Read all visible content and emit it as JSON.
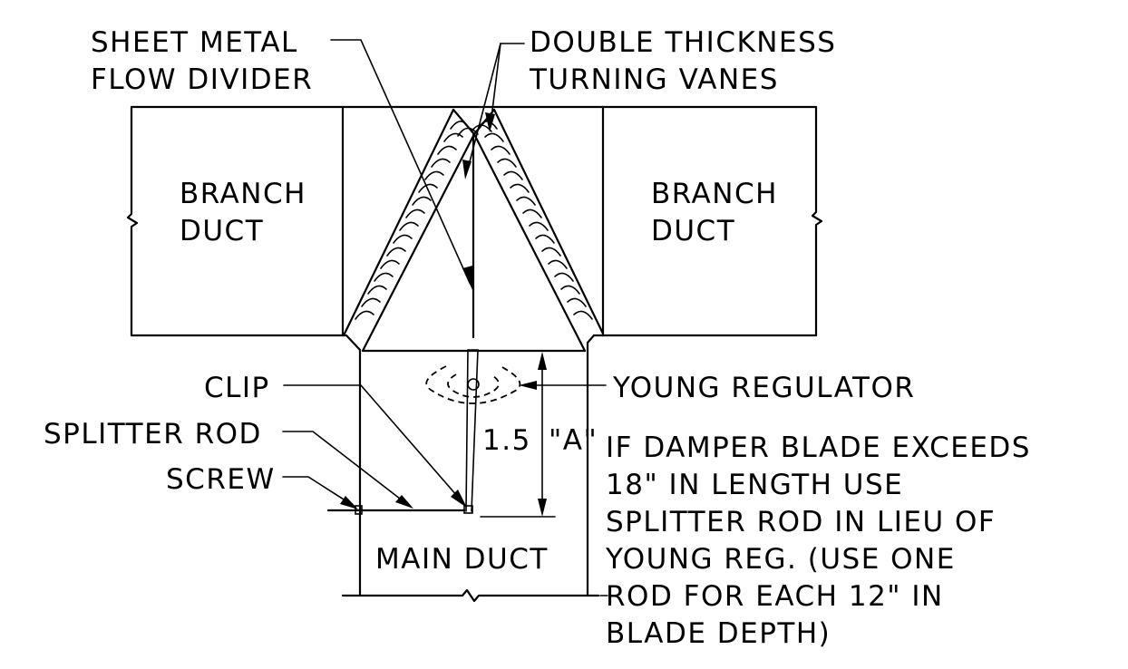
{
  "labels": {
    "sheet_metal_1": "SHEET METAL",
    "sheet_metal_2": "FLOW DIVIDER",
    "turning_vanes_1": "DOUBLE THICKNESS",
    "turning_vanes_2": "TURNING VANES",
    "branch_left_1": "BRANCH",
    "branch_left_2": "DUCT",
    "branch_right_1": "BRANCH",
    "branch_right_2": "DUCT",
    "clip": "CLIP",
    "splitter_rod": "SPLITTER ROD",
    "screw": "SCREW",
    "young_regulator": "YOUNG REGULATOR",
    "dim_value": "1.5",
    "dim_label": "\"A\"",
    "main_duct": "MAIN DUCT",
    "note": [
      "IF DAMPER BLADE EXCEEDS",
      "18\" IN LENGTH USE",
      "SPLITTER ROD IN LIEU OF",
      "YOUNG REG. (USE ONE",
      "ROD FOR EACH 12\" IN",
      "BLADE DEPTH)"
    ]
  }
}
